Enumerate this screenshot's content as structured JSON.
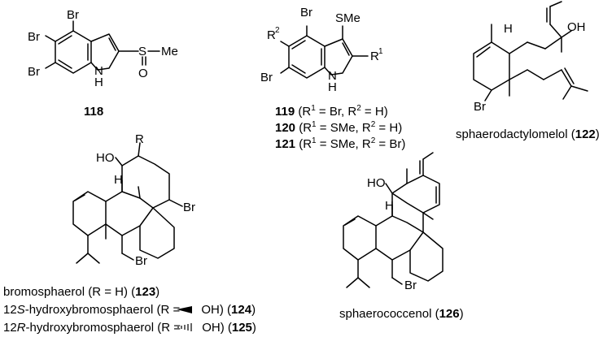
{
  "atoms": {
    "br": "Br",
    "nh": "N",
    "h": "H",
    "s": "S",
    "o": "O",
    "me": "Me",
    "sme": "SMe",
    "r": "R",
    "r1": "R",
    "r2": "R",
    "oh": "OH",
    "ho": "HO",
    "sup1": "1",
    "sup2": "2"
  },
  "labels": {
    "c118": "118",
    "c119_num": "119",
    "c119_rest": " (R",
    "c119_a": " = Br, R",
    "c119_b": " = H)",
    "c120_num": "120",
    "c120_rest": " (R",
    "c120_a": " = SMe, R",
    "c120_b": " = H)",
    "c121_num": "121",
    "c121_rest": " (R",
    "c121_a": " = SMe, R",
    "c121_b": " = Br)",
    "c122_name": "sphaerodactylomelol (",
    "c122_num": "122",
    "c122_close": ")",
    "c123_name": "bromosphaerol (R = H) (",
    "c123_num": "123",
    "c123_close": ")",
    "c124_pre": "12",
    "c124_s": "S",
    "c124_mid": "-hydroxybromosphaerol (R = ",
    "c124_oh": "OH) (",
    "c124_num": "124",
    "c124_close": ")",
    "c125_pre": "12",
    "c125_r": "R",
    "c125_mid": "-hydroxybromosphaerol (R = ",
    "c125_oh": "OH) (",
    "c125_num": "125",
    "c125_close": ")",
    "c126_name": "sphaerococcenol (",
    "c126_num": "126",
    "c126_close": ")"
  }
}
